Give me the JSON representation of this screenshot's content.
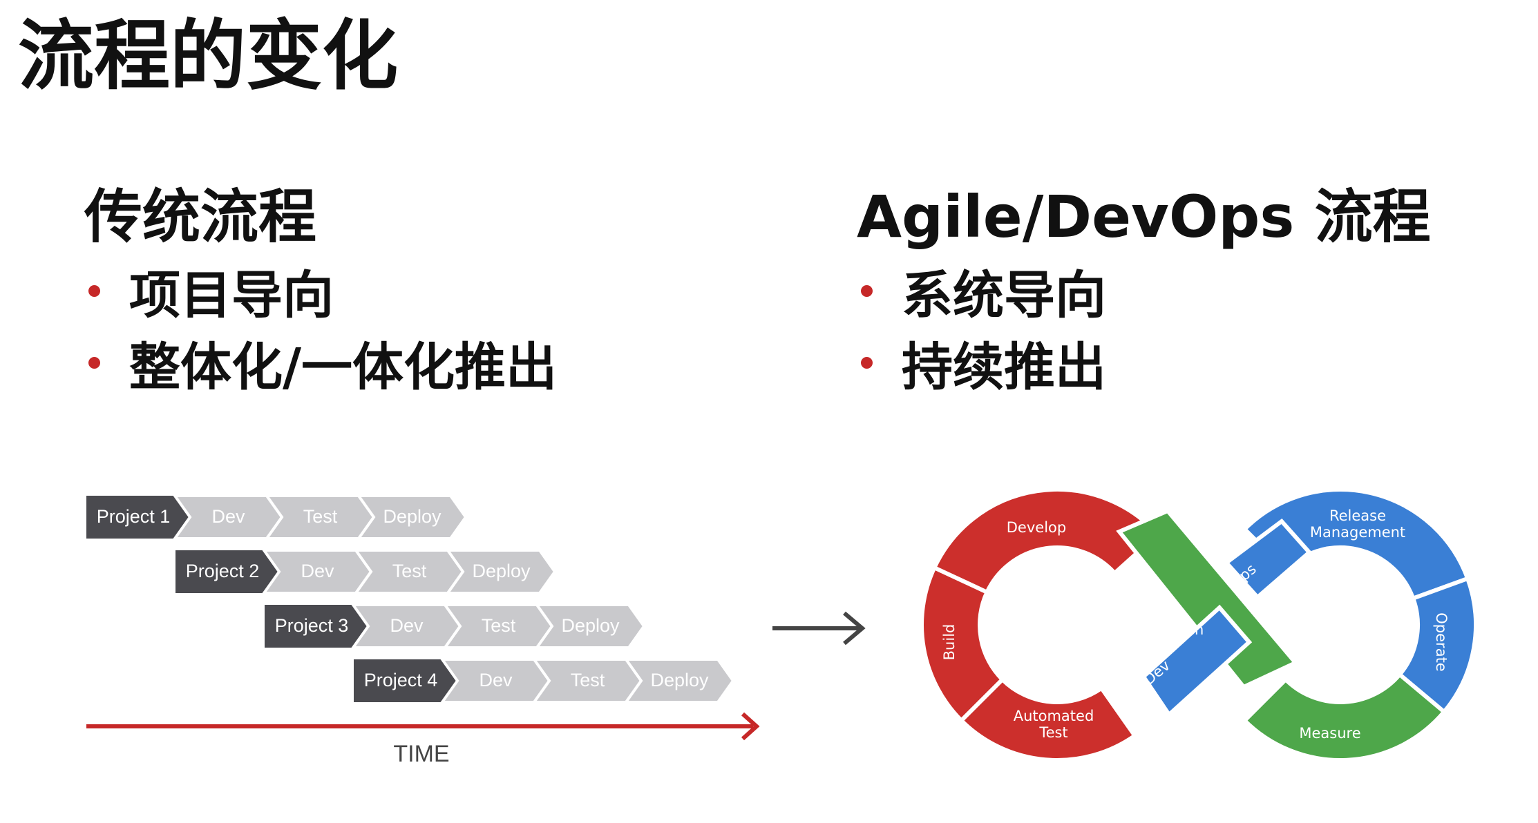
{
  "title": "流程的变化",
  "traditional": {
    "heading": "传统流程",
    "bullets": [
      "项目导向",
      "整体化/一体化推出"
    ]
  },
  "agile": {
    "heading": "Agile/DevOps 流程",
    "bullets": [
      "系统导向",
      "持续推出"
    ]
  },
  "timeline": {
    "projects": [
      {
        "label": "Project 1",
        "stages": [
          "Dev",
          "Test",
          "Deploy"
        ]
      },
      {
        "label": "Project 2",
        "stages": [
          "Dev",
          "Test",
          "Deploy"
        ]
      },
      {
        "label": "Project 3",
        "stages": [
          "Dev",
          "Test",
          "Deploy"
        ]
      },
      {
        "label": "Project 4",
        "stages": [
          "Dev",
          "Test",
          "Deploy"
        ]
      }
    ],
    "axis_label": "TIME"
  },
  "devops_loop": {
    "segments": [
      {
        "label": "Develop",
        "color": "#cc2f2c"
      },
      {
        "label": "Build",
        "color": "#cc2f2c"
      },
      {
        "label": "Automated\nTest",
        "color": "#cc2f2c"
      },
      {
        "label": "Dev",
        "color": "#3a7fd5"
      },
      {
        "label": "Plan",
        "color": "#4ea74a"
      },
      {
        "label": "Ops",
        "color": "#3a7fd5"
      },
      {
        "label": "Release\nManagement",
        "color": "#3a7fd5"
      },
      {
        "label": "Operate",
        "color": "#3a7fd5"
      },
      {
        "label": "Measure",
        "color": "#4ea74a"
      }
    ]
  },
  "colors": {
    "accent_red": "#c62828",
    "project_dark": "#4a4a4f",
    "stage_gray": "#c9c9cc",
    "arrow_gray": "#444444"
  }
}
